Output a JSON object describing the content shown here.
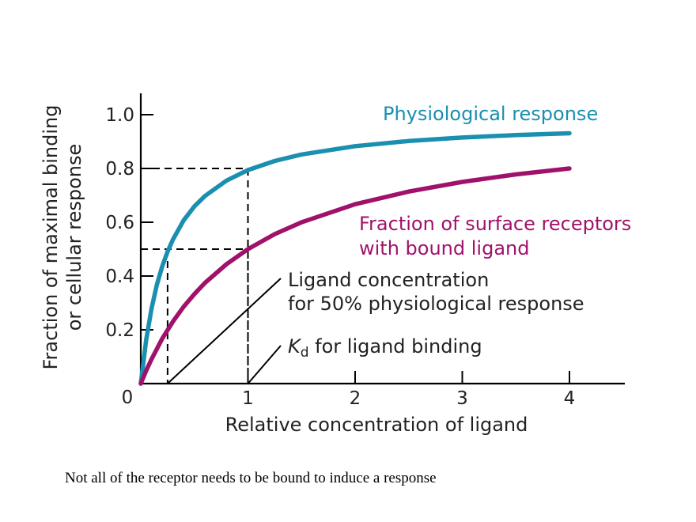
{
  "chart_data": {
    "type": "line",
    "xlabel": "Relative concentration of ligand",
    "ylabel_line1": "Fraction of maximal binding",
    "ylabel_line2": "or cellular response",
    "xlim": [
      0,
      4.5
    ],
    "ylim": [
      0,
      1.1
    ],
    "x_ticks": [
      1,
      2,
      3,
      4
    ],
    "x_tick_labels": [
      "1",
      "2",
      "3",
      "4"
    ],
    "y_ticks": [
      0.2,
      0.4,
      0.6,
      0.8,
      1.0
    ],
    "y_tick_labels": [
      "0.2",
      "0.4",
      "0.6",
      "0.8",
      "1.0"
    ],
    "origin_label": "0",
    "grid": false,
    "series": [
      {
        "name_line1": "Physiological response",
        "name_line2": "",
        "color": "#1a8fb0",
        "x": [
          0,
          0.05,
          0.1,
          0.15,
          0.2,
          0.25,
          0.3,
          0.4,
          0.5,
          0.6,
          0.8,
          1.0,
          1.25,
          1.5,
          2.0,
          2.5,
          3.0,
          3.5,
          4.0
        ],
        "y": [
          0,
          0.162,
          0.279,
          0.367,
          0.436,
          0.491,
          0.536,
          0.607,
          0.659,
          0.698,
          0.755,
          0.794,
          0.828,
          0.852,
          0.883,
          0.902,
          0.915,
          0.924,
          0.931
        ]
      },
      {
        "name_line1": "Fraction of surface receptors",
        "name_line2": "with bound ligand",
        "color": "#a0126a",
        "x": [
          0,
          0.05,
          0.1,
          0.2,
          0.3,
          0.4,
          0.5,
          0.6,
          0.8,
          1.0,
          1.25,
          1.5,
          2.0,
          2.5,
          3.0,
          3.5,
          4.0
        ],
        "y": [
          0,
          0.048,
          0.091,
          0.167,
          0.231,
          0.286,
          0.333,
          0.375,
          0.444,
          0.5,
          0.556,
          0.6,
          0.667,
          0.714,
          0.75,
          0.778,
          0.8
        ]
      }
    ],
    "reference_lines": [
      {
        "x": 1.0,
        "y": 0.8
      },
      {
        "x": 1.0,
        "y": 0.5
      },
      {
        "x": 0.25,
        "y": 0.5
      }
    ],
    "annotations": [
      {
        "line1": "Ligand concentration",
        "line2": "for 50% physiological response",
        "points_to_x": 0.25
      },
      {
        "kd_symbol": "K",
        "kd_sub": "d",
        "text": " for ligand binding",
        "points_to_x": 1.0
      }
    ]
  },
  "caption": "Not all of the receptor needs to be bound to induce a response"
}
